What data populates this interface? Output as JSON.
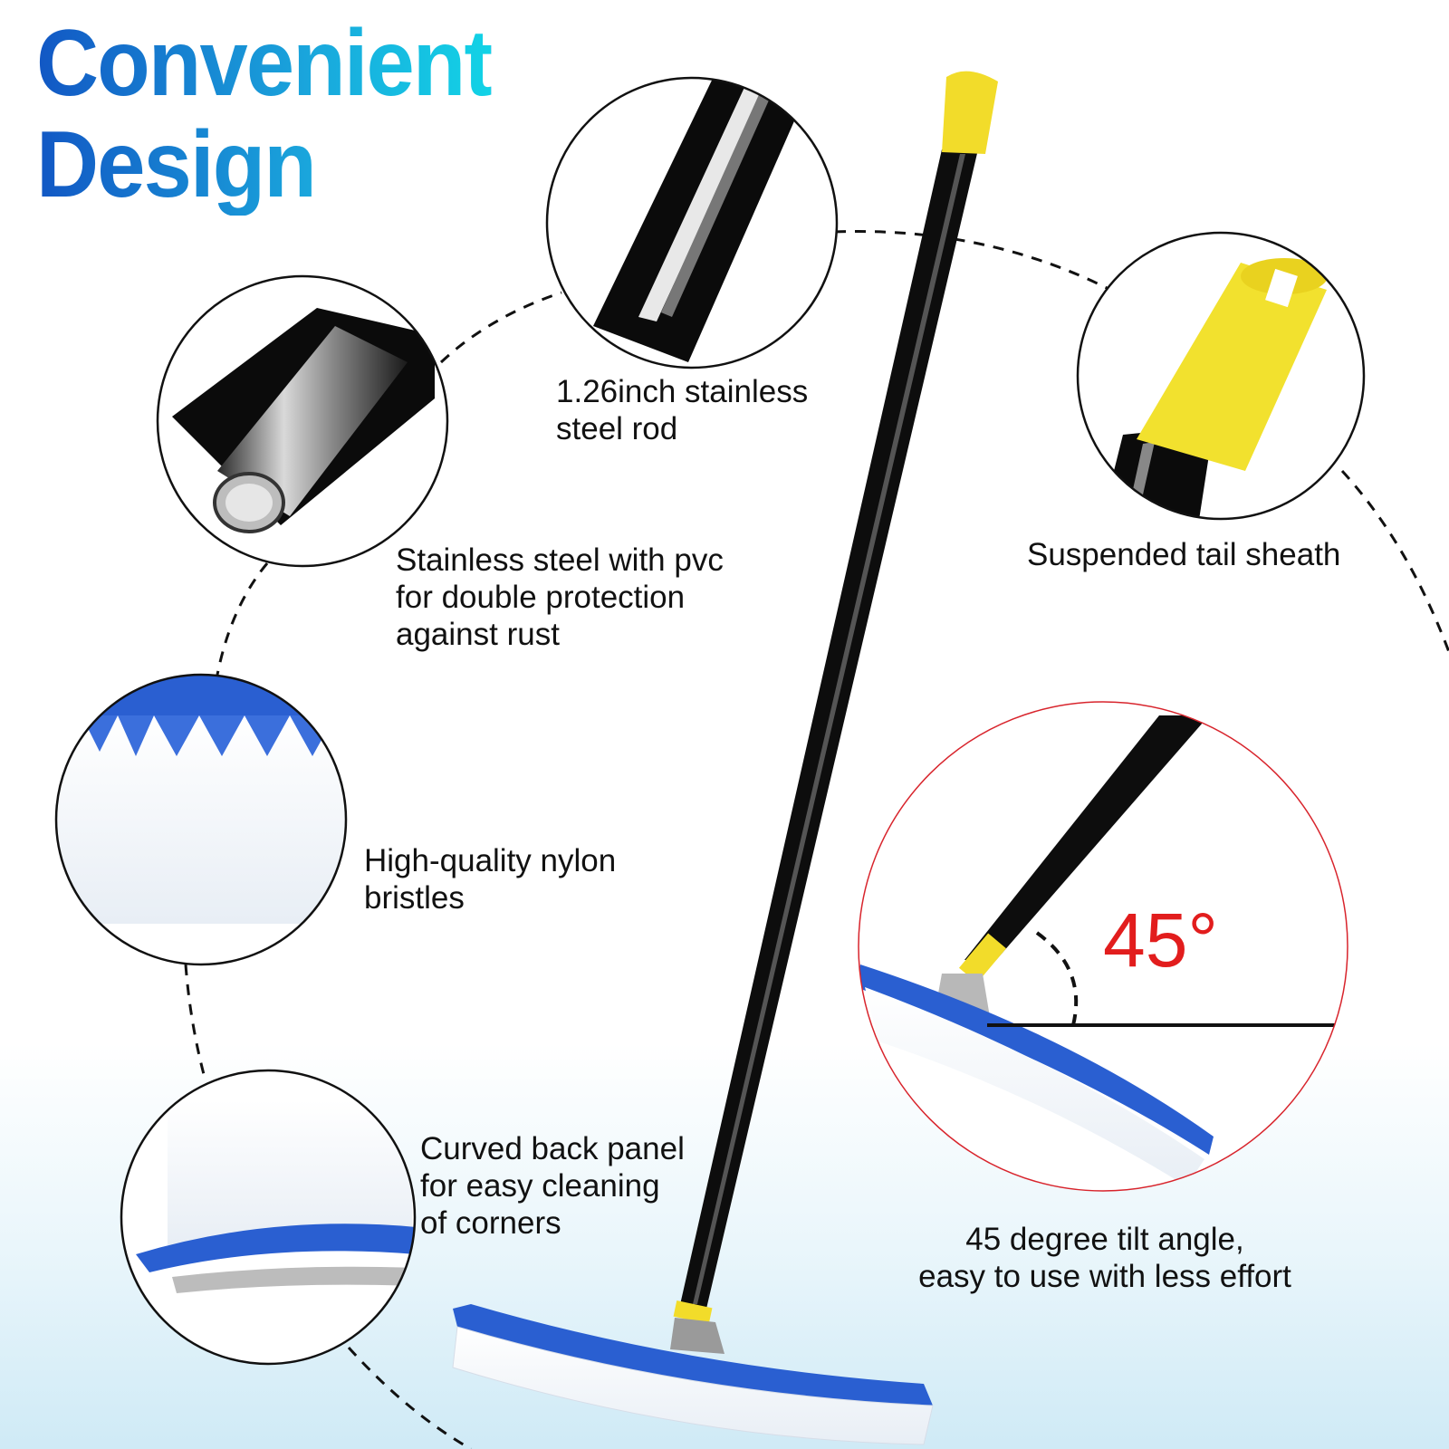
{
  "title": {
    "line1": "Convenient",
    "line2": "Design"
  },
  "features": {
    "rod": {
      "line1": "1.26inch stainless",
      "line2": "steel rod"
    },
    "pvc": {
      "line1": "Stainless steel with pvc",
      "line2": "for double protection",
      "line3": "against rust"
    },
    "tail": {
      "line1": "Suspended tail sheath"
    },
    "nylon": {
      "line1": "High-quality nylon",
      "line2": "bristles"
    },
    "curved": {
      "line1": "Curved back panel",
      "line2": "for easy cleaning",
      "line3": "of corners"
    },
    "tilt": {
      "line1": "45 degree tilt angle,",
      "line2": "easy to use with less effort"
    }
  },
  "angle_label": "45°",
  "colors": {
    "title_start": "#1257c4",
    "title_end": "#12d3e6",
    "brush_blue": "#2a5fd1",
    "handle_cap": "#f2dc2a",
    "pole": "#0d0d0d",
    "angle_red": "#e21d1d"
  }
}
